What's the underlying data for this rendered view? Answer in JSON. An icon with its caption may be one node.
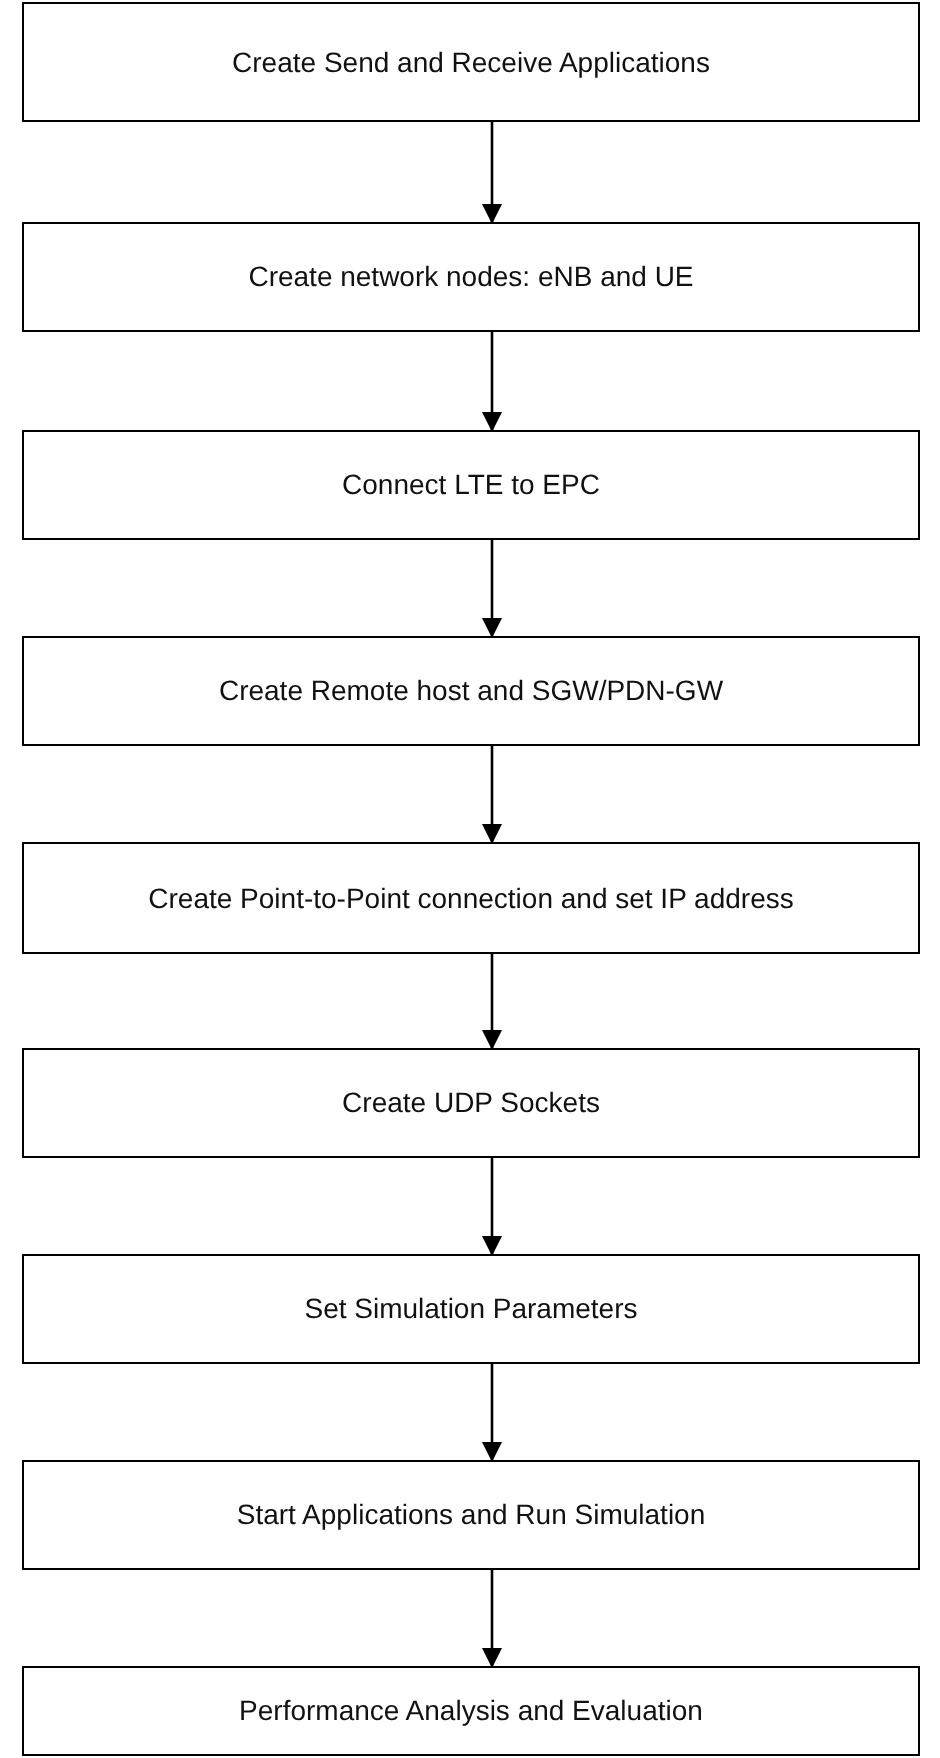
{
  "diagram": {
    "nodes": [
      {
        "text": [
          "Create Send and Receive Applications"
        ]
      },
      {
        "text": [
          "Create network nodes: eNB and UE"
        ]
      },
      {
        "text": [
          "Connect LTE to EPC"
        ]
      },
      {
        "text": [
          "Create Remote host and SGW/PDN-GW"
        ]
      },
      {
        "text": [
          "Create Point-to-Point connection and set IP address"
        ]
      },
      {
        "text": [
          "Create UDP Sockets"
        ]
      },
      {
        "text": [
          "Set Simulation Parameters"
        ]
      },
      {
        "text": [
          "Start Applications  and Run Simulation"
        ]
      },
      {
        "text": [
          "Performance Analysis and Evaluation"
        ]
      }
    ],
    "edges": [
      {
        "from": 0,
        "to": 1,
        "arrow": "to"
      },
      {
        "from": 1,
        "to": 2,
        "arrow": "to"
      },
      {
        "from": 2,
        "to": 3,
        "arrow": "to"
      },
      {
        "from": 3,
        "to": 4,
        "arrow": "to"
      },
      {
        "from": 4,
        "to": 5,
        "arrow": "to"
      },
      {
        "from": 5,
        "to": 6,
        "arrow": "to"
      },
      {
        "from": 6,
        "to": 7,
        "arrow": "to"
      },
      {
        "from": 7,
        "to": 8,
        "arrow": "to"
      }
    ]
  }
}
